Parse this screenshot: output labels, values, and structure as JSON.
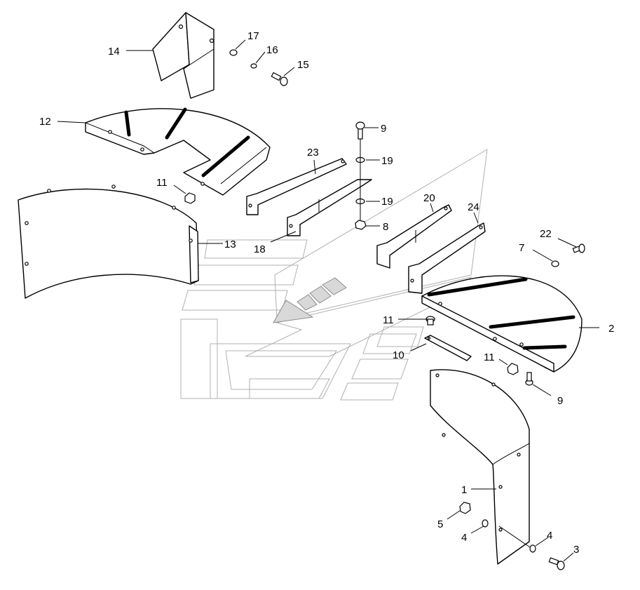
{
  "callouts": [
    {
      "id": "c14",
      "text": "14"
    },
    {
      "id": "c17",
      "text": "17"
    },
    {
      "id": "c16",
      "text": "16"
    },
    {
      "id": "c15",
      "text": "15"
    },
    {
      "id": "c12",
      "text": "12"
    },
    {
      "id": "c9a",
      "text": "9"
    },
    {
      "id": "c23",
      "text": "23"
    },
    {
      "id": "c19a",
      "text": "19"
    },
    {
      "id": "c11a",
      "text": "11"
    },
    {
      "id": "c19b",
      "text": "19"
    },
    {
      "id": "c20",
      "text": "20"
    },
    {
      "id": "c24",
      "text": "24"
    },
    {
      "id": "c8",
      "text": "8"
    },
    {
      "id": "c13",
      "text": "13"
    },
    {
      "id": "c18",
      "text": "18"
    },
    {
      "id": "c22",
      "text": "22"
    },
    {
      "id": "c7",
      "text": "7"
    },
    {
      "id": "c11b",
      "text": "11"
    },
    {
      "id": "c2",
      "text": "2"
    },
    {
      "id": "c10",
      "text": "10"
    },
    {
      "id": "c11c",
      "text": "11"
    },
    {
      "id": "c9b",
      "text": "9"
    },
    {
      "id": "c1",
      "text": "1"
    },
    {
      "id": "c5",
      "text": "5"
    },
    {
      "id": "c4a",
      "text": "4"
    },
    {
      "id": "c4b",
      "text": "4"
    },
    {
      "id": "c3",
      "text": "3"
    }
  ]
}
